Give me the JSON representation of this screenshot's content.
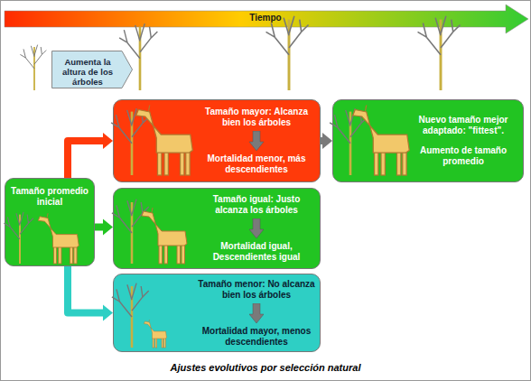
{
  "diagram": {
    "caption": "Ajustes evolutivos por selección natural",
    "nodes": [
      {
        "text": [
          "Aumenta la altura de los árboles"
        ]
      },
      {
        "text": [
          "Tamaño promedio inicial"
        ]
      },
      {
        "text": [
          "Tamaño mayor: Alcanza bien los árboles",
          "Mortalidad menor, más descendientes"
        ]
      },
      {
        "text": [
          "Nuevo tamaño mejor adaptado: \"fittest\".",
          "Aumento de tamaño promedio"
        ]
      },
      {
        "text": [
          "Tamaño igual: Justo alcanza los árboles",
          "Mortalidad igual, Descendientes igual"
        ]
      },
      {
        "text": [
          "Tamaño menor: No alcanza bien los árboles",
          "Mortalidad mayor, menos descendientes"
        ]
      }
    ],
    "edges": [
      {
        "from": 1,
        "to": 2,
        "arrow": "to"
      },
      {
        "from": 1,
        "to": 4,
        "arrow": "to"
      },
      {
        "from": 1,
        "to": 5,
        "arrow": "to"
      },
      {
        "from": 2,
        "to": 3,
        "arrow": "to"
      }
    ],
    "labels": [
      "Tiempo"
    ]
  }
}
